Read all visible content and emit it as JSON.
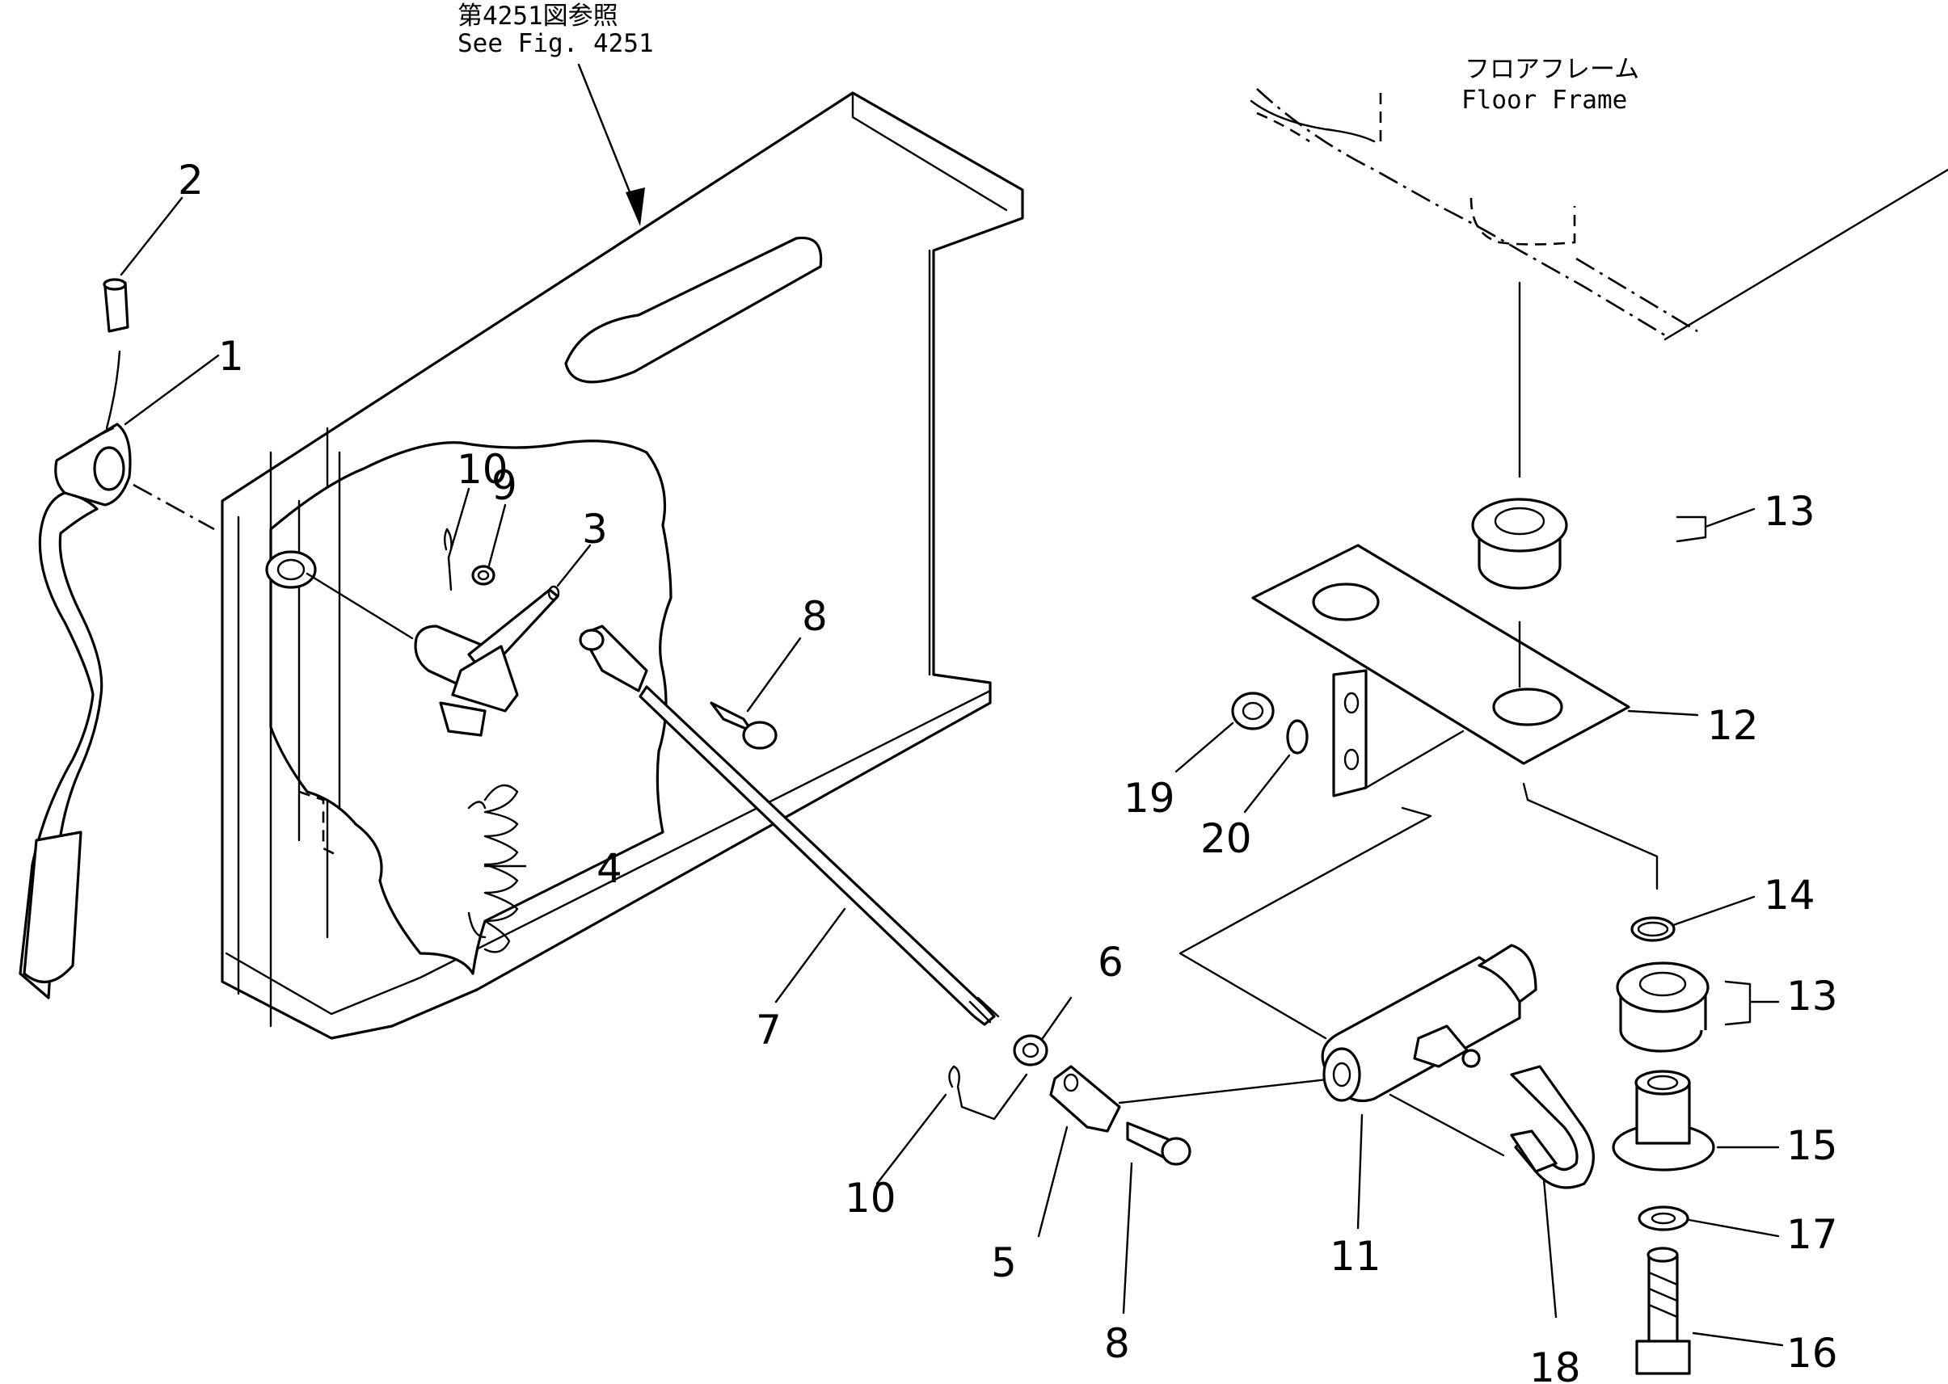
{
  "header": {
    "ref_jp": "第4251図参照",
    "ref_en": "See Fig. 4251"
  },
  "floor_frame": {
    "label_jp": "フロアフレーム",
    "label_en": "Floor Frame"
  },
  "callouts": [
    {
      "id": "c1",
      "text": "1"
    },
    {
      "id": "c2",
      "text": "2"
    },
    {
      "id": "c3",
      "text": "3"
    },
    {
      "id": "c4",
      "text": "4"
    },
    {
      "id": "c5",
      "text": "5"
    },
    {
      "id": "c6",
      "text": "6"
    },
    {
      "id": "c7",
      "text": "7"
    },
    {
      "id": "c8a",
      "text": "8"
    },
    {
      "id": "c8b",
      "text": "8"
    },
    {
      "id": "c9",
      "text": "9"
    },
    {
      "id": "c10a",
      "text": "10"
    },
    {
      "id": "c10b",
      "text": "10"
    },
    {
      "id": "c11",
      "text": "11"
    },
    {
      "id": "c12",
      "text": "12"
    },
    {
      "id": "c13a",
      "text": "13"
    },
    {
      "id": "c13b",
      "text": "13"
    },
    {
      "id": "c14",
      "text": "14"
    },
    {
      "id": "c15",
      "text": "15"
    },
    {
      "id": "c16",
      "text": "16"
    },
    {
      "id": "c17",
      "text": "17"
    },
    {
      "id": "c18",
      "text": "18"
    },
    {
      "id": "c19",
      "text": "19"
    },
    {
      "id": "c20",
      "text": "20"
    }
  ]
}
